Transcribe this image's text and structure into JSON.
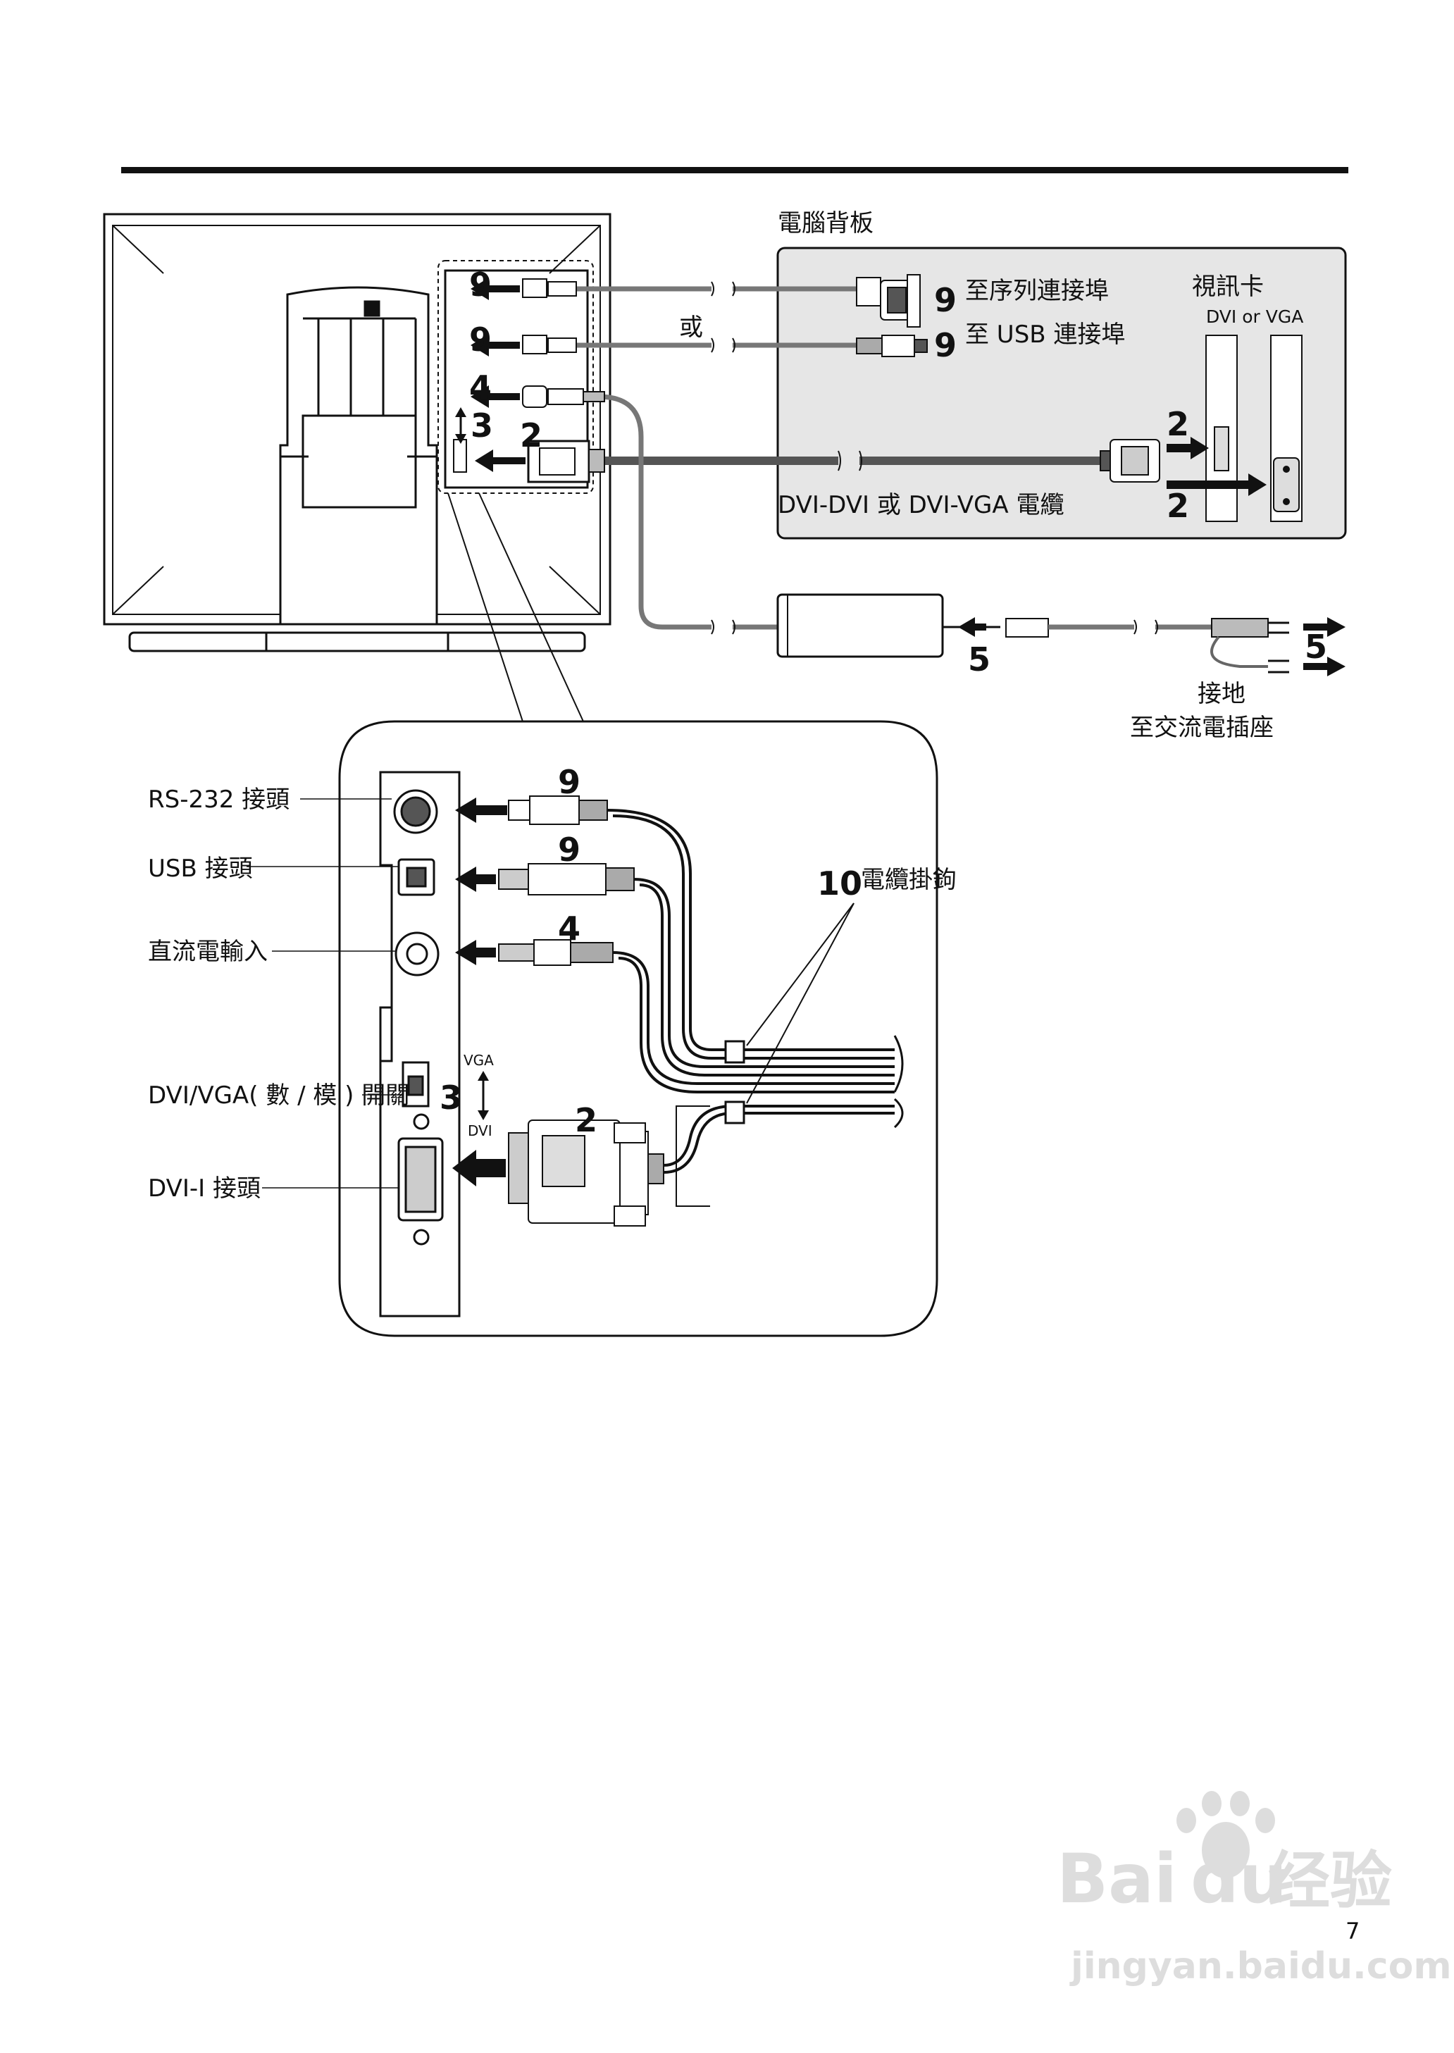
{
  "labels": {
    "pc_rear": "電腦背板",
    "to_serial": "至序列連接埠",
    "to_usb": "至 USB 連接埠",
    "or": "或",
    "video_card": "視訊卡",
    "dvi_or_vga": "DVI  or VGA",
    "cable_name": "DVI-DVI 或 DVI-VGA 電纜",
    "ground": "接地",
    "to_ac": "至交流電插座",
    "rs232": "RS-232 接頭",
    "usb_conn": "USB 接頭",
    "dc_in": "直流電輸入",
    "switch": "DVI/VGA( 數 / 模 ) 開關",
    "dvi_i": "DVI-I 接頭",
    "cable_hook": "電纜掛鉤",
    "vga_small": "VGA",
    "dvi_small": "DVI"
  },
  "steps": {
    "serial": "9",
    "usb": "9",
    "power": "4",
    "switch": "3",
    "video": "2",
    "ac": "5",
    "hook": "10"
  },
  "page_number": "7",
  "watermark": {
    "brand": "Bai",
    "brand_mid": "du",
    "cn": "经验",
    "url": "jingyan.baidu.com"
  }
}
